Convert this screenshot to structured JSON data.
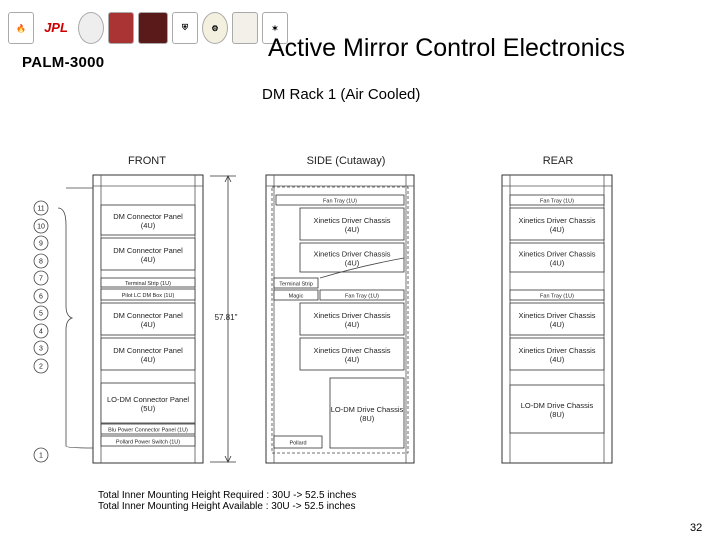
{
  "logos": [
    {
      "name": "torch-logo",
      "text": ""
    },
    {
      "name": "jpl-logo",
      "text": "JPL"
    },
    {
      "name": "seal-logo",
      "text": ""
    },
    {
      "name": "harvard-logo",
      "text": ""
    },
    {
      "name": "university-logo",
      "text": ""
    },
    {
      "name": "shield-logo",
      "text": ""
    },
    {
      "name": "gear-logo",
      "text": ""
    },
    {
      "name": "institute-logo",
      "text": ""
    },
    {
      "name": "star-logo",
      "text": ""
    }
  ],
  "header": {
    "project": "PALM-3000",
    "title": "Active Mirror Control Electronics",
    "subtitle": "DM Rack 1 (Air Cooled)"
  },
  "views": {
    "front": "FRONT",
    "side": "SIDE (Cutaway)",
    "rear": "REAR"
  },
  "slot_numbers": [
    "11",
    "10",
    "9",
    "8",
    "7",
    "6",
    "5",
    "4",
    "3",
    "2",
    "1"
  ],
  "height_label": "57.81\"",
  "front_panels": [
    {
      "line1": "DM Connector Panel",
      "line2": "(4U)"
    },
    {
      "line1": "DM Connector Panel",
      "line2": "(4U)"
    },
    {
      "line1": "Terminal Strip (1U)",
      "line2": ""
    },
    {
      "line1": "Pilot LC DM Box (1U)",
      "line2": ""
    },
    {
      "line1": "DM Connector Panel",
      "line2": "(4U)"
    },
    {
      "line1": "DM Connector Panel",
      "line2": "(4U)"
    },
    {
      "line1": "LO-DM Connector Panel",
      "line2": "(5U)"
    },
    {
      "line1": "Blu Power Connector Panel (1U)",
      "line2": ""
    },
    {
      "line1": "Pollard Power Switch (1U)",
      "line2": ""
    }
  ],
  "side_panels": [
    {
      "line1": "Fan Tray (1U)",
      "line2": ""
    },
    {
      "line1": "Xinetics Driver Chassis",
      "line2": "(4U)"
    },
    {
      "line1": "Xinetics Driver Chassis",
      "line2": "(4U)"
    },
    {
      "line1": "Terminal Strip",
      "line2": ""
    },
    {
      "line1": "Magic",
      "line2": ""
    },
    {
      "line1": "Fan Tray (1U)",
      "line2": ""
    },
    {
      "line1": "Xinetics Driver Chassis",
      "line2": "(4U)"
    },
    {
      "line1": "Xinetics Driver Chassis",
      "line2": "(4U)"
    },
    {
      "line1": "LO-DM Drive Chassis",
      "line2": "(8U)"
    },
    {
      "line1": "Pollard",
      "line2": ""
    }
  ],
  "rear_panels": [
    {
      "line1": "Fan Tray (1U)",
      "line2": ""
    },
    {
      "line1": "Xinetics Driver Chassis",
      "line2": "(4U)"
    },
    {
      "line1": "Xinetics Driver Chassis",
      "line2": "(4U)"
    },
    {
      "line1": "Fan Tray (1U)",
      "line2": ""
    },
    {
      "line1": "Xinetics Driver Chassis",
      "line2": "(4U)"
    },
    {
      "line1": "Xinetics Driver Chassis",
      "line2": "(4U)"
    },
    {
      "line1": "LO-DM Drive Chassis",
      "line2": "(8U)"
    }
  ],
  "footer": {
    "required": "Total Inner Mounting Height Required : 30U -> 52.5 inches",
    "available": "Total Inner Mounting Height Available : 30U -> 52.5 inches"
  },
  "page_number": "32"
}
